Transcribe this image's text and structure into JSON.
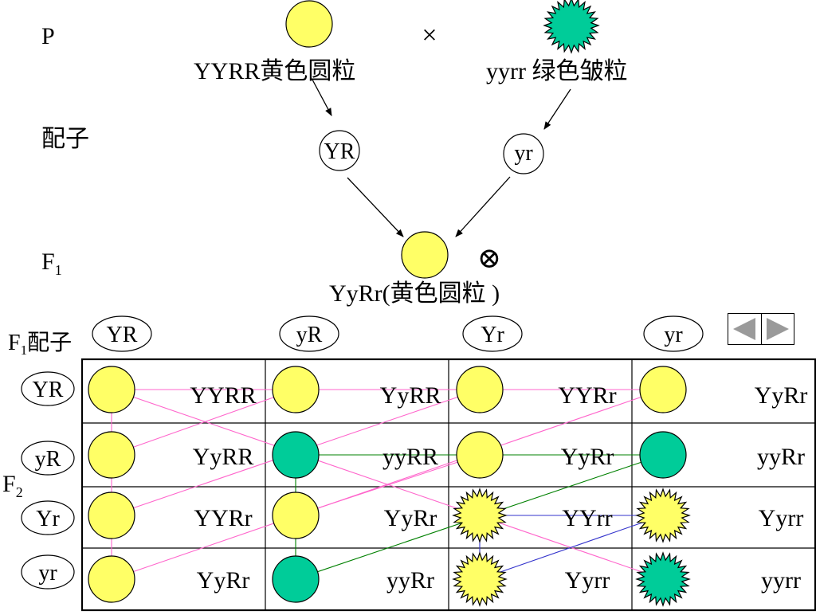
{
  "parents": {
    "label": "P",
    "cross_symbol": "×",
    "left_genotype": "YYRR黄色圆粒",
    "right_genotype": "yyrr 绿色皱粒"
  },
  "gametes": {
    "label": "配子",
    "left": "YR",
    "right": "yr"
  },
  "f1": {
    "label_main": "F",
    "label_sub": "1",
    "self_symbol": "⊗",
    "genotype": "YyRr(黄色圆粒 )"
  },
  "f1_gametes": {
    "label_main": "F",
    "label_sub": "1",
    "label_rest": "配子",
    "columns": [
      "YR",
      "yR",
      "Yr",
      "yr"
    ],
    "rows": [
      "YR",
      "yR",
      "Yr",
      "yr"
    ]
  },
  "f2": {
    "label_main": "F",
    "label_sub": "2"
  },
  "grid": {
    "genotypes": [
      [
        "YYRR",
        "YyRR",
        "YYRr",
        "YyRr"
      ],
      [
        "YyRR",
        "yyRR",
        "YyRr",
        "yyRr"
      ],
      [
        "YYRr",
        "YyRr",
        "YYrr",
        "Yyrr"
      ],
      [
        "YyRr",
        "yyRr",
        "Yyrr",
        "yyrr"
      ]
    ],
    "phenotypes": [
      [
        "yellow-round",
        "yellow-round",
        "yellow-round",
        "yellow-round"
      ],
      [
        "yellow-round",
        "green-round",
        "yellow-round",
        "green-round"
      ],
      [
        "yellow-round",
        "yellow-round",
        "yellow-wrinkled",
        "yellow-wrinkled"
      ],
      [
        "yellow-round",
        "green-round",
        "yellow-wrinkled",
        "green-wrinkled"
      ]
    ]
  },
  "colors": {
    "yellow": "#ffff66",
    "green": "#00cc99",
    "pink_line": "#ff66cc",
    "green_line": "#008000",
    "blue_line": "#3333cc"
  },
  "nav": {
    "prev_icon": "triangle-left-icon",
    "next_icon": "triangle-right-icon"
  }
}
